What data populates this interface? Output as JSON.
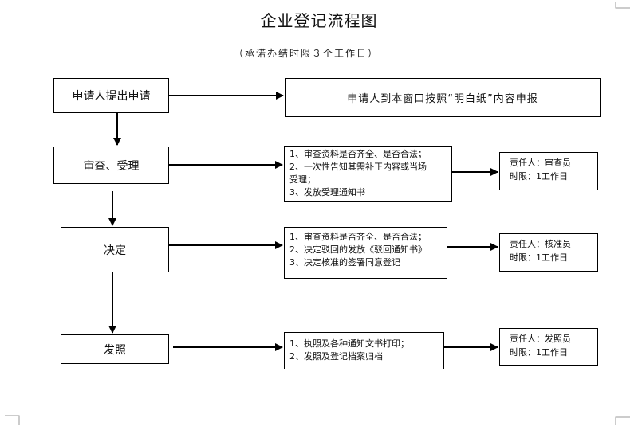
{
  "title": "企业登记流程图",
  "subtitle": "（承诺办结时限３个工作日）",
  "apply": {
    "step": "申请人提出申请",
    "detail": "申请人到本窗口按照“明白纸”内容申报"
  },
  "review": {
    "step": "审查、受理",
    "items": [
      "1、审查资料是否齐全、是否合法；",
      "2、一次性告知其需补正内容或当场",
      "受理；",
      "3、发放受理通知书"
    ],
    "resp": [
      "责任人：审查员",
      "时限：1工作日"
    ]
  },
  "decide": {
    "step": "决定",
    "items": [
      "1、审查资料是否齐全、是否合法；",
      "2、决定驳回的发放《驳回通知书》",
      "3、决定核准的签署同意登记"
    ],
    "resp": [
      "责任人：核准员",
      "时限：1工作日"
    ]
  },
  "issue": {
    "step": "发照",
    "items": [
      "1、执照及各种通知文书打印；",
      "2、发照及登记档案归档"
    ],
    "resp": [
      "责任人：发照员",
      "时限：1工作日"
    ]
  }
}
